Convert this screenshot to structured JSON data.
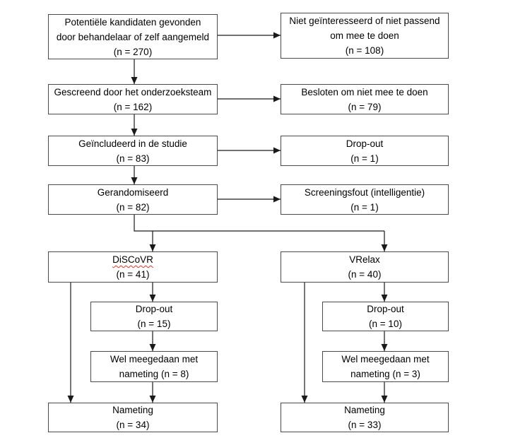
{
  "colors": {
    "background": "#ffffff",
    "box_border": "#4a4a4a",
    "text": "#000000",
    "arrow": "#1a1a1a",
    "spellcheck_underline": "#e03127"
  },
  "nodes": {
    "candidates": {
      "lines": [
        "Potentiële kandidaten gevonden",
        "door behandelaar of zelf aangemeld",
        "(n = 270)"
      ]
    },
    "not_interested": {
      "lines": [
        "Niet geïnteresseerd of niet passend",
        "om mee te doen",
        "(n = 108)"
      ]
    },
    "screened": {
      "lines": [
        "Gescreend door het onderzoeksteam",
        "(n = 162)"
      ]
    },
    "declined": {
      "lines": [
        "Besloten om niet mee te doen",
        "(n = 79)"
      ]
    },
    "included": {
      "lines": [
        "Geïncludeerd in de studie",
        "(n = 83)"
      ]
    },
    "dropout_included": {
      "lines": [
        "Drop-out",
        "(n = 1)"
      ]
    },
    "randomized": {
      "lines": [
        "Gerandomiseerd",
        "(n = 82)"
      ]
    },
    "screening_error": {
      "lines": [
        "Screeningsfout (intelligentie)",
        "(n = 1)"
      ]
    },
    "discovr": {
      "lines": [
        "DiSCoVR",
        "(n = 41)"
      ]
    },
    "vrelax": {
      "lines": [
        "VRelax",
        "(n = 40)"
      ]
    },
    "discovr_dropout": {
      "lines": [
        "Drop-out",
        "(n = 15)"
      ]
    },
    "vrelax_dropout": {
      "lines": [
        "Drop-out",
        "(n = 10)"
      ]
    },
    "discovr_partial": {
      "lines": [
        "Wel meegedaan met",
        "nameting (n = 8)"
      ]
    },
    "vrelax_partial": {
      "lines": [
        "Wel meegedaan met",
        "nameting (n = 3)"
      ]
    },
    "discovr_posttest": {
      "lines": [
        "Nameting",
        "(n = 34)"
      ]
    },
    "vrelax_posttest": {
      "lines": [
        "Nameting",
        "(n = 33)"
      ]
    }
  }
}
